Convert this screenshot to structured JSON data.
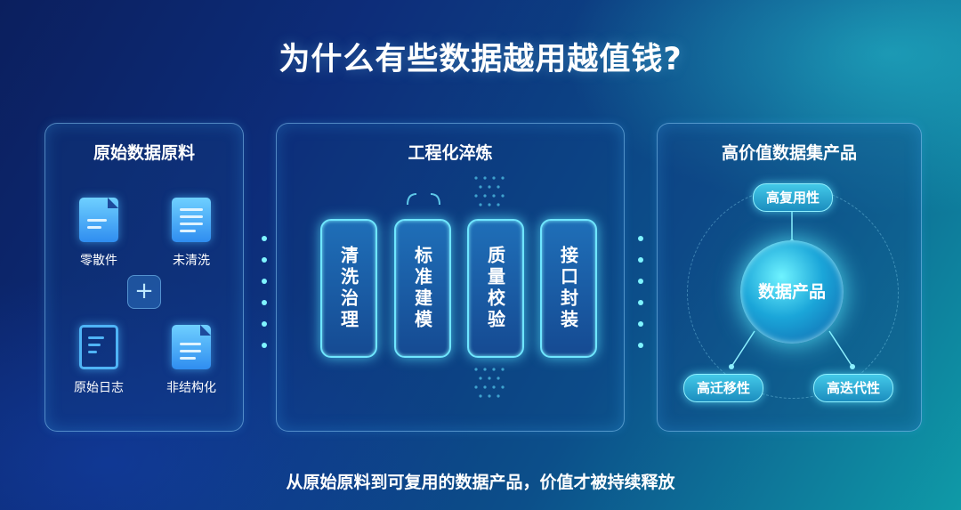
{
  "title": "为什么有些数据越用越值钱?",
  "left": {
    "title": "原始数据原料",
    "items": [
      {
        "label": "零散件",
        "icon": "document-icon"
      },
      {
        "label": "未清洗",
        "icon": "list-icon"
      },
      {
        "label": "原始日志",
        "icon": "edit-document-icon"
      },
      {
        "label": "非结构化",
        "icon": "text-file-icon"
      }
    ],
    "plus": "+"
  },
  "middle": {
    "title": "工程化淬炼",
    "stages": [
      "清洗治理",
      "标准建模",
      "质量校验",
      "接口封装"
    ]
  },
  "right": {
    "title": "高价值数据集产品",
    "core": "数据产品",
    "badges": [
      "高复用性",
      "高迁移性",
      "高迭代性"
    ]
  },
  "caption": "从原始原料到可复用的数据产品，价值才被持续释放",
  "colors": {
    "accent": "#6fe6ff",
    "icon": "#4fb4f6",
    "panel_border": "#8cd2ff"
  }
}
